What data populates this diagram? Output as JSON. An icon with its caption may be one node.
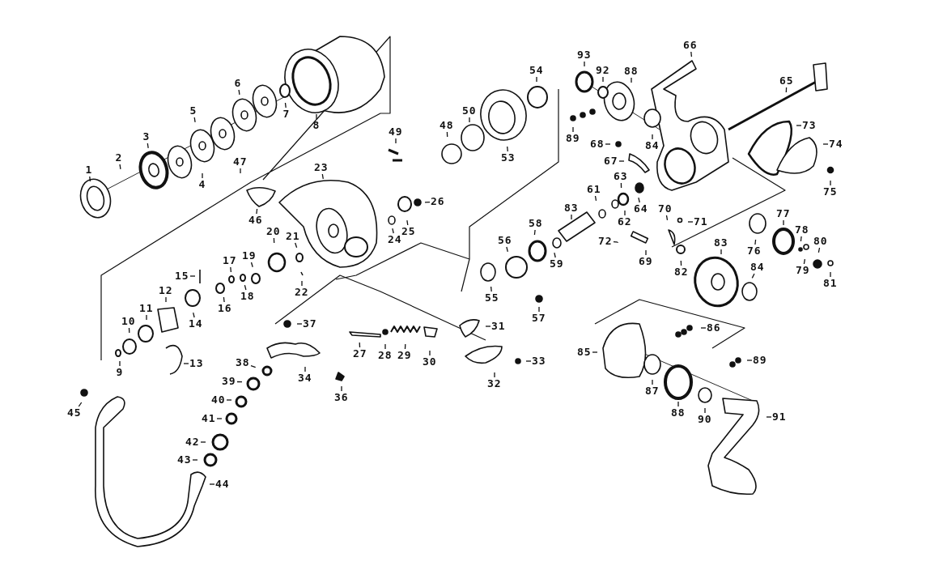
{
  "diagram": {
    "nodes": [
      {
        "text": [
          "1"
        ]
      },
      {
        "text": [
          "2"
        ]
      },
      {
        "text": [
          "3"
        ]
      },
      {
        "text": [
          "4"
        ]
      },
      {
        "text": [
          "5"
        ]
      },
      {
        "text": [
          "6"
        ]
      },
      {
        "text": [
          "7"
        ]
      },
      {
        "text": [
          "8"
        ]
      },
      {
        "text": [
          "47"
        ]
      },
      {
        "text": [
          "23"
        ]
      },
      {
        "text": [
          "46"
        ]
      },
      {
        "text": [
          "49"
        ]
      },
      {
        "text": [
          "48"
        ]
      },
      {
        "text": [
          "50"
        ]
      },
      {
        "text": [
          "53"
        ]
      },
      {
        "text": [
          "54"
        ]
      },
      {
        "text": [
          "26"
        ]
      },
      {
        "text": [
          "24"
        ]
      },
      {
        "text": [
          "25"
        ]
      },
      {
        "text": [
          "20"
        ]
      },
      {
        "text": [
          "21"
        ]
      },
      {
        "text": [
          "19"
        ]
      },
      {
        "text": [
          "22"
        ]
      },
      {
        "text": [
          "17"
        ]
      },
      {
        "text": [
          "18"
        ]
      },
      {
        "text": [
          "15"
        ]
      },
      {
        "text": [
          "16"
        ]
      },
      {
        "text": [
          "12"
        ]
      },
      {
        "text": [
          "11"
        ]
      },
      {
        "text": [
          "10"
        ]
      },
      {
        "text": [
          "14"
        ]
      },
      {
        "text": [
          "9"
        ]
      },
      {
        "text": [
          "13"
        ]
      },
      {
        "text": [
          "37"
        ]
      },
      {
        "text": [
          "38"
        ]
      },
      {
        "text": [
          "39"
        ]
      },
      {
        "text": [
          "40"
        ]
      },
      {
        "text": [
          "41"
        ]
      },
      {
        "text": [
          "42"
        ]
      },
      {
        "text": [
          "43"
        ]
      },
      {
        "text": [
          "44"
        ]
      },
      {
        "text": [
          "45"
        ]
      },
      {
        "text": [
          "34"
        ]
      },
      {
        "text": [
          "36"
        ]
      },
      {
        "text": [
          "27"
        ]
      },
      {
        "text": [
          "28"
        ]
      },
      {
        "text": [
          "29"
        ]
      },
      {
        "text": [
          "30"
        ]
      },
      {
        "text": [
          "31"
        ]
      },
      {
        "text": [
          "32"
        ]
      },
      {
        "text": [
          "33"
        ]
      },
      {
        "text": [
          "55"
        ]
      },
      {
        "text": [
          "56"
        ]
      },
      {
        "text": [
          "57"
        ]
      },
      {
        "text": [
          "58"
        ]
      },
      {
        "text": [
          "59"
        ]
      },
      {
        "text": [
          "83"
        ]
      },
      {
        "text": [
          "61"
        ]
      },
      {
        "text": [
          "62"
        ]
      },
      {
        "text": [
          "63"
        ]
      },
      {
        "text": [
          "64"
        ]
      },
      {
        "text": [
          "68"
        ]
      },
      {
        "text": [
          "67"
        ]
      },
      {
        "text": [
          "69"
        ]
      },
      {
        "text": [
          "70"
        ]
      },
      {
        "text": [
          "71"
        ]
      },
      {
        "text": [
          "72"
        ]
      },
      {
        "text": [
          "82"
        ]
      },
      {
        "text": [
          "83"
        ]
      },
      {
        "text": [
          "84"
        ]
      },
      {
        "text": [
          "76"
        ]
      },
      {
        "text": [
          "77"
        ]
      },
      {
        "text": [
          "78"
        ]
      },
      {
        "text": [
          "79"
        ]
      },
      {
        "text": [
          "80"
        ]
      },
      {
        "text": [
          "81"
        ]
      },
      {
        "text": [
          "93"
        ]
      },
      {
        "text": [
          "92"
        ]
      },
      {
        "text": [
          "88"
        ]
      },
      {
        "text": [
          "89"
        ]
      },
      {
        "text": [
          "84"
        ]
      },
      {
        "text": [
          "66"
        ]
      },
      {
        "text": [
          "65"
        ]
      },
      {
        "text": [
          "73"
        ]
      },
      {
        "text": [
          "74"
        ]
      },
      {
        "text": [
          "75"
        ]
      },
      {
        "text": [
          "86"
        ]
      },
      {
        "text": [
          "85"
        ]
      },
      {
        "text": [
          "89"
        ]
      },
      {
        "text": [
          "87"
        ]
      },
      {
        "text": [
          "88"
        ]
      },
      {
        "text": [
          "90"
        ]
      },
      {
        "text": [
          "91"
        ]
      }
    ],
    "edges": [
      {
        "from": 0,
        "to": null,
        "arrow": "none"
      },
      {
        "from": 1,
        "to": null,
        "arrow": "none"
      },
      {
        "from": 2,
        "to": null,
        "arrow": "none"
      },
      {
        "from": 3,
        "to": null,
        "arrow": "none"
      },
      {
        "from": 4,
        "to": null,
        "arrow": "none"
      },
      {
        "from": 5,
        "to": null,
        "arrow": "none"
      },
      {
        "from": 6,
        "to": null,
        "arrow": "none"
      },
      {
        "from": 7,
        "to": null,
        "arrow": "none"
      },
      {
        "from": 8,
        "to": null,
        "arrow": "none"
      },
      {
        "from": 9,
        "to": null,
        "arrow": "none"
      },
      {
        "from": 10,
        "to": null,
        "arrow": "none"
      },
      {
        "from": 11,
        "to": null,
        "arrow": "none"
      },
      {
        "from": 12,
        "to": null,
        "arrow": "none"
      },
      {
        "from": 13,
        "to": null,
        "arrow": "none"
      },
      {
        "from": 14,
        "to": null,
        "arrow": "none"
      },
      {
        "from": 15,
        "to": null,
        "arrow": "none"
      },
      {
        "from": 16,
        "to": null,
        "arrow": "none"
      },
      {
        "from": 17,
        "to": null,
        "arrow": "none"
      },
      {
        "from": 18,
        "to": null,
        "arrow": "none"
      },
      {
        "from": 19,
        "to": null,
        "arrow": "none"
      },
      {
        "from": 20,
        "to": null,
        "arrow": "none"
      },
      {
        "from": 21,
        "to": null,
        "arrow": "none"
      },
      {
        "from": 22,
        "to": null,
        "arrow": "none"
      },
      {
        "from": 23,
        "to": null,
        "arrow": "none"
      },
      {
        "from": 24,
        "to": null,
        "arrow": "none"
      },
      {
        "from": 25,
        "to": null,
        "arrow": "none"
      },
      {
        "from": 26,
        "to": null,
        "arrow": "none"
      },
      {
        "from": 27,
        "to": null,
        "arrow": "none"
      },
      {
        "from": 28,
        "to": null,
        "arrow": "none"
      },
      {
        "from": 29,
        "to": null,
        "arrow": "none"
      },
      {
        "from": 30,
        "to": null,
        "arrow": "none"
      },
      {
        "from": 31,
        "to": null,
        "arrow": "none"
      },
      {
        "from": 32,
        "to": null,
        "arrow": "none"
      },
      {
        "from": 33,
        "to": null,
        "arrow": "none"
      },
      {
        "from": 34,
        "to": null,
        "arrow": "none"
      },
      {
        "from": 35,
        "to": null,
        "arrow": "none"
      },
      {
        "from": 36,
        "to": null,
        "arrow": "none"
      },
      {
        "from": 37,
        "to": null,
        "arrow": "none"
      },
      {
        "from": 38,
        "to": null,
        "arrow": "none"
      },
      {
        "from": 39,
        "to": null,
        "arrow": "none"
      },
      {
        "from": 40,
        "to": null,
        "arrow": "none"
      },
      {
        "from": 41,
        "to": null,
        "arrow": "none"
      },
      {
        "from": 42,
        "to": null,
        "arrow": "none"
      },
      {
        "from": 43,
        "to": null,
        "arrow": "none"
      },
      {
        "from": 44,
        "to": null,
        "arrow": "none"
      },
      {
        "from": 45,
        "to": null,
        "arrow": "none"
      },
      {
        "from": 46,
        "to": null,
        "arrow": "none"
      },
      {
        "from": 47,
        "to": null,
        "arrow": "none"
      },
      {
        "from": 48,
        "to": null,
        "arrow": "none"
      },
      {
        "from": 49,
        "to": null,
        "arrow": "none"
      },
      {
        "from": 50,
        "to": null,
        "arrow": "none"
      },
      {
        "from": 51,
        "to": null,
        "arrow": "none"
      },
      {
        "from": 52,
        "to": null,
        "arrow": "none"
      },
      {
        "from": 53,
        "to": null,
        "arrow": "none"
      },
      {
        "from": 54,
        "to": null,
        "arrow": "none"
      },
      {
        "from": 55,
        "to": null,
        "arrow": "none"
      },
      {
        "from": 56,
        "to": null,
        "arrow": "none"
      },
      {
        "from": 57,
        "to": null,
        "arrow": "none"
      },
      {
        "from": 58,
        "to": null,
        "arrow": "none"
      },
      {
        "from": 59,
        "to": null,
        "arrow": "none"
      },
      {
        "from": 60,
        "to": null,
        "arrow": "none"
      },
      {
        "from": 61,
        "to": null,
        "arrow": "none"
      },
      {
        "from": 62,
        "to": null,
        "arrow": "none"
      },
      {
        "from": 63,
        "to": null,
        "arrow": "none"
      },
      {
        "from": 64,
        "to": null,
        "arrow": "none"
      },
      {
        "from": 65,
        "to": null,
        "arrow": "none"
      },
      {
        "from": 66,
        "to": null,
        "arrow": "none"
      },
      {
        "from": 67,
        "to": null,
        "arrow": "none"
      },
      {
        "from": 68,
        "to": null,
        "arrow": "none"
      },
      {
        "from": 69,
        "to": null,
        "arrow": "none"
      },
      {
        "from": 70,
        "to": null,
        "arrow": "none"
      },
      {
        "from": 71,
        "to": null,
        "arrow": "none"
      },
      {
        "from": 72,
        "to": null,
        "arrow": "none"
      },
      {
        "from": 73,
        "to": null,
        "arrow": "none"
      },
      {
        "from": 74,
        "to": null,
        "arrow": "none"
      },
      {
        "from": 75,
        "to": null,
        "arrow": "none"
      },
      {
        "from": 76,
        "to": null,
        "arrow": "none"
      },
      {
        "from": 77,
        "to": null,
        "arrow": "none"
      },
      {
        "from": 78,
        "to": null,
        "arrow": "none"
      },
      {
        "from": 79,
        "to": null,
        "arrow": "none"
      },
      {
        "from": 80,
        "to": null,
        "arrow": "none"
      },
      {
        "from": 81,
        "to": null,
        "arrow": "none"
      },
      {
        "from": 82,
        "to": null,
        "arrow": "none"
      },
      {
        "from": 83,
        "to": null,
        "arrow": "none"
      },
      {
        "from": 84,
        "to": null,
        "arrow": "none"
      },
      {
        "from": 85,
        "to": null,
        "arrow": "none"
      },
      {
        "from": 86,
        "to": null,
        "arrow": "none"
      },
      {
        "from": 87,
        "to": null,
        "arrow": "none"
      },
      {
        "from": 88,
        "to": null,
        "arrow": "none"
      },
      {
        "from": 89,
        "to": null,
        "arrow": "none"
      },
      {
        "from": 90,
        "to": null,
        "arrow": "none"
      },
      {
        "from": 91,
        "to": null,
        "arrow": "none"
      },
      {
        "from": 92,
        "to": null,
        "arrow": "none"
      }
    ]
  }
}
